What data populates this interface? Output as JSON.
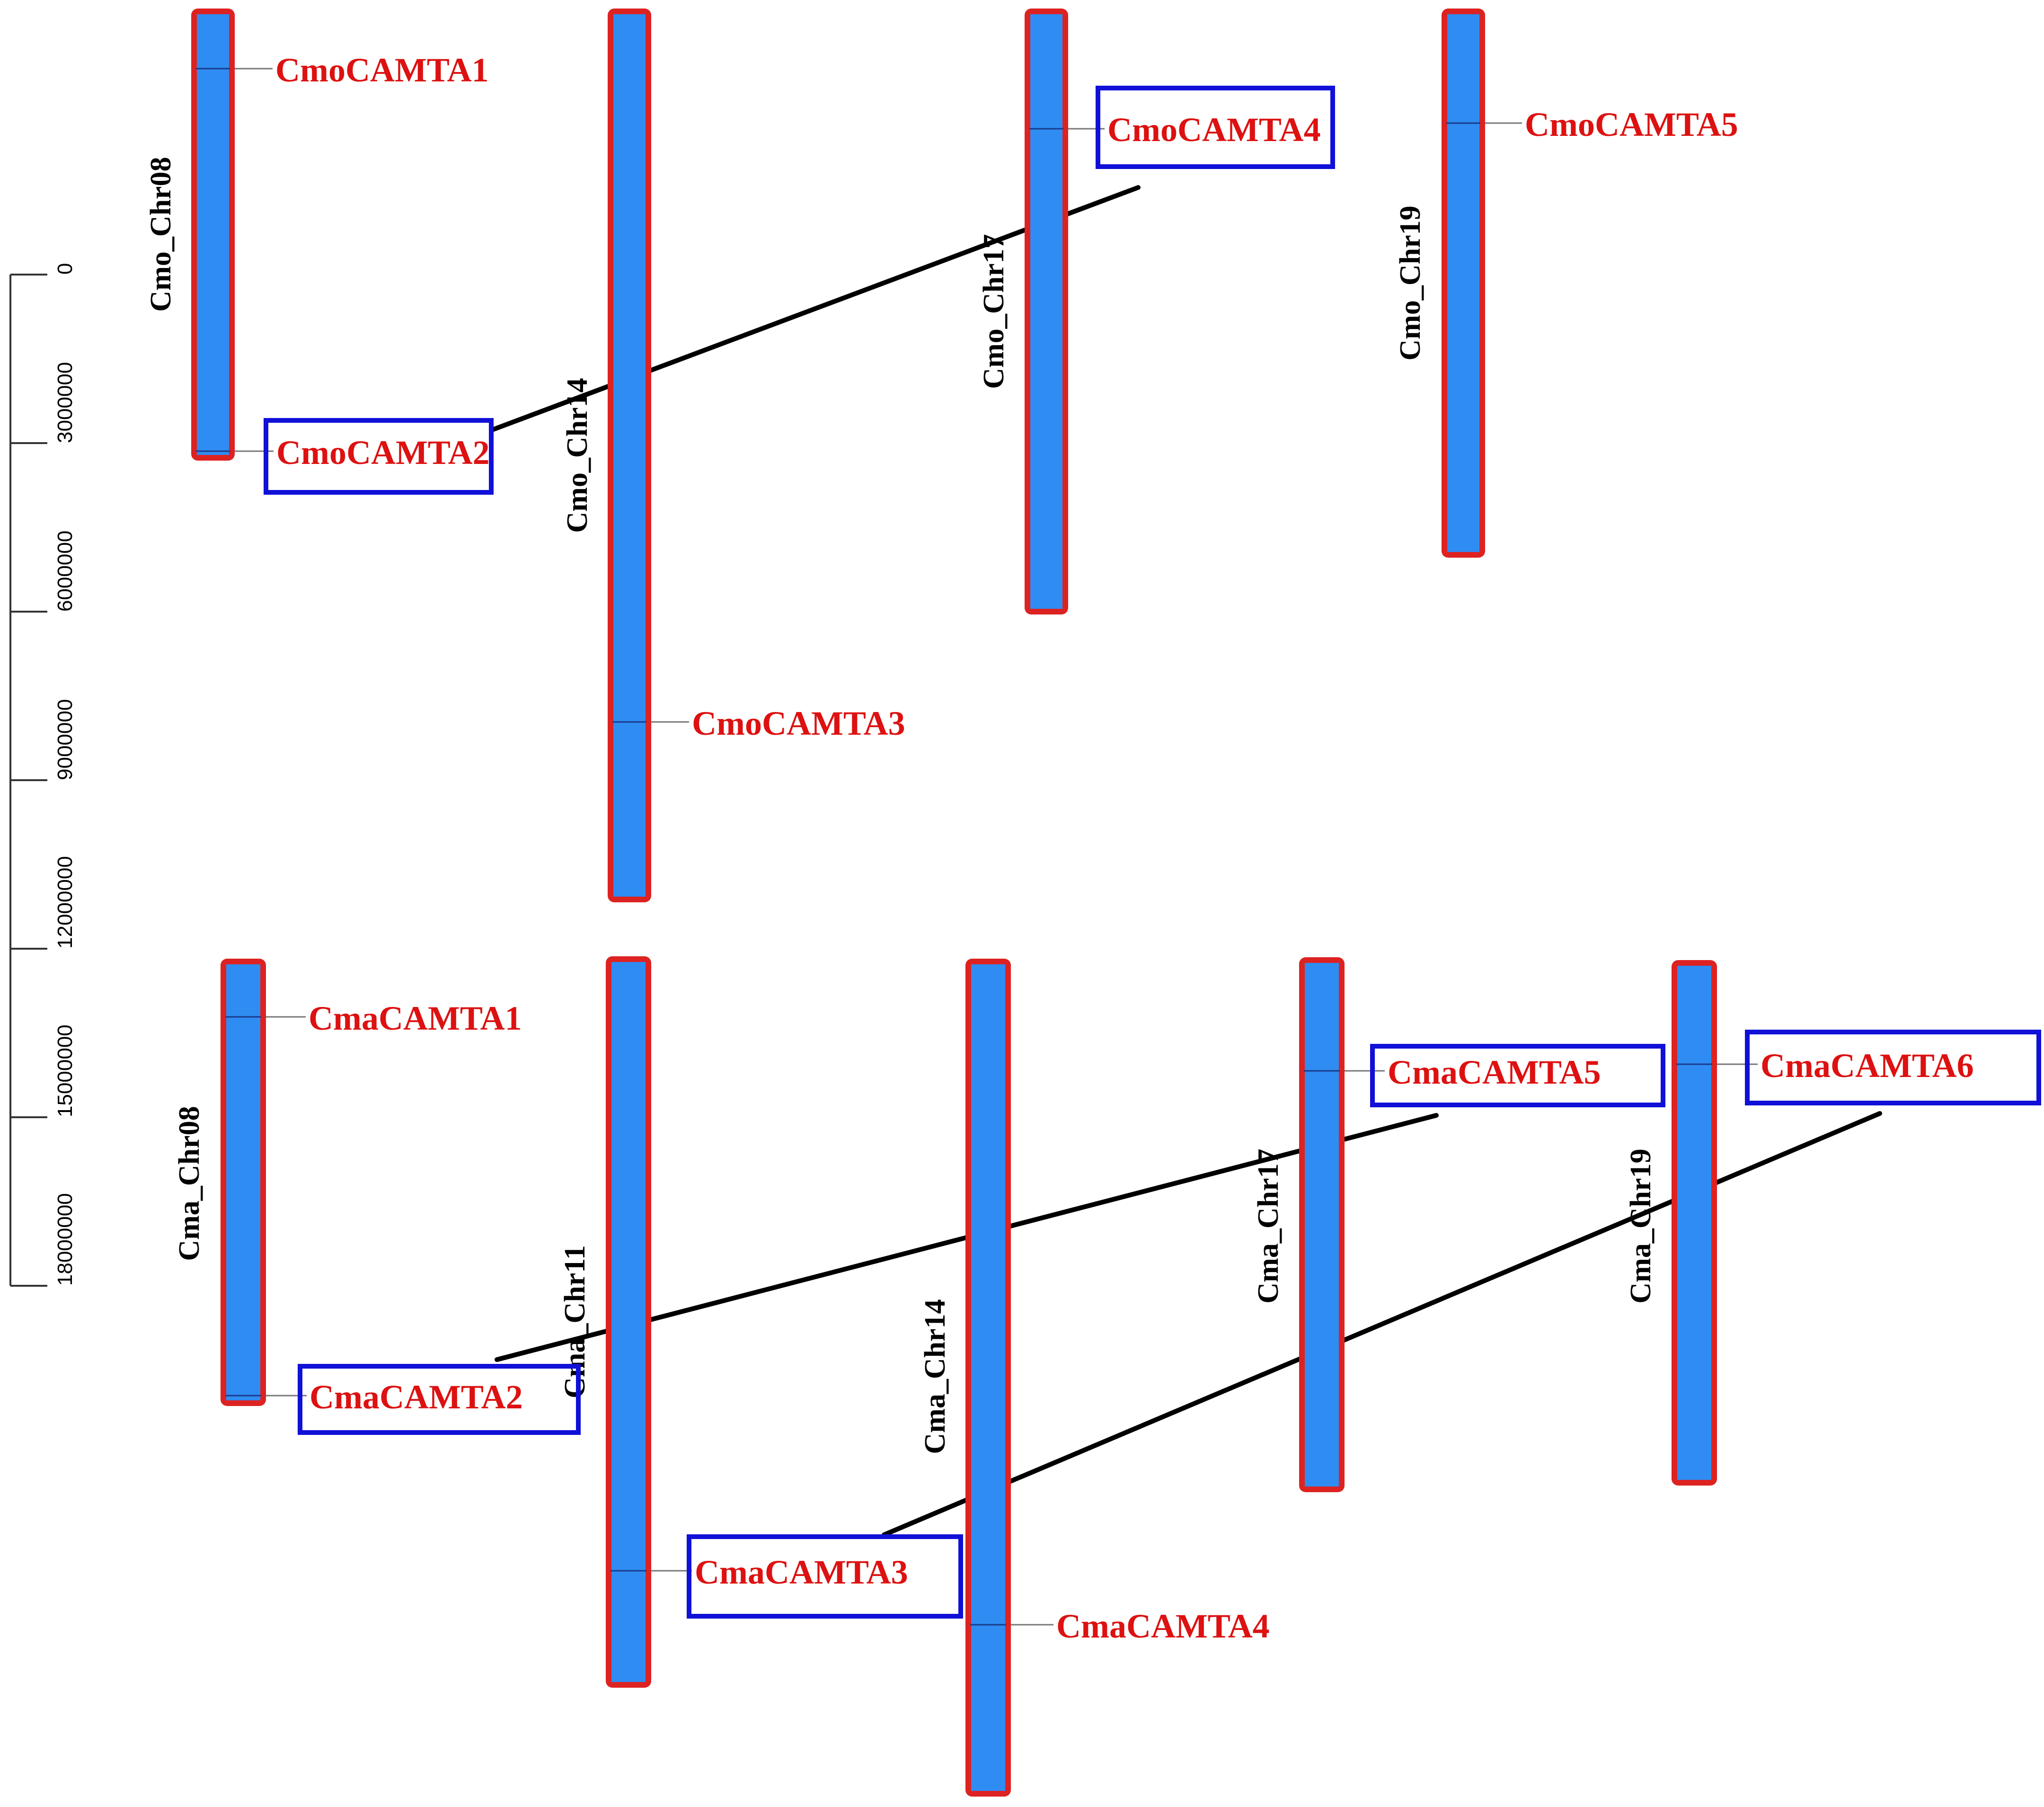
{
  "colors": {
    "chromosome_fill": "#2f8cf2",
    "chromosome_outline": "#dd2222",
    "gene_text": "#dd1111",
    "highlight_box": "#1010d8",
    "connector": "#000000"
  },
  "scale": {
    "ticks": [
      "0",
      "3000000",
      "6000000",
      "9000000",
      "12000000",
      "15000000",
      "18000000"
    ]
  },
  "chromosomes": [
    {
      "id": "Cmo_Chr08",
      "label": "Cmo_Chr08"
    },
    {
      "id": "Cmo_Chr14",
      "label": "Cmo_Chr14"
    },
    {
      "id": "Cmo_Chr17",
      "label": "Cmo_Chr17"
    },
    {
      "id": "Cmo_Chr19",
      "label": "Cmo_Chr19"
    },
    {
      "id": "Cma_Chr08",
      "label": "Cma_Chr08"
    },
    {
      "id": "Cma_Chr11",
      "label": "Cma_Chr11"
    },
    {
      "id": "Cma_Chr14",
      "label": "Cma_Chr14"
    },
    {
      "id": "Cma_Chr17",
      "label": "Cma_Chr17"
    },
    {
      "id": "Cma_Chr19",
      "label": "Cma_Chr19"
    }
  ],
  "genes": [
    {
      "id": "CmoCAMTA1",
      "label": "CmoCAMTA1",
      "chromosome": "Cmo_Chr08",
      "highlighted": false
    },
    {
      "id": "CmoCAMTA2",
      "label": "CmoCAMTA2",
      "chromosome": "Cmo_Chr08",
      "highlighted": true
    },
    {
      "id": "CmoCAMTA3",
      "label": "CmoCAMTA3",
      "chromosome": "Cmo_Chr14",
      "highlighted": false
    },
    {
      "id": "CmoCAMTA4",
      "label": "CmoCAMTA4",
      "chromosome": "Cmo_Chr17",
      "highlighted": true
    },
    {
      "id": "CmoCAMTA5",
      "label": "CmoCAMTA5",
      "chromosome": "Cmo_Chr19",
      "highlighted": false
    },
    {
      "id": "CmaCAMTA1",
      "label": "CmaCAMTA1",
      "chromosome": "Cma_Chr08",
      "highlighted": false
    },
    {
      "id": "CmaCAMTA2",
      "label": "CmaCAMTA2",
      "chromosome": "Cma_Chr08",
      "highlighted": true
    },
    {
      "id": "CmaCAMTA3",
      "label": "CmaCAMTA3",
      "chromosome": "Cma_Chr11",
      "highlighted": true
    },
    {
      "id": "CmaCAMTA4",
      "label": "CmaCAMTA4",
      "chromosome": "Cma_Chr14",
      "highlighted": false
    },
    {
      "id": "CmaCAMTA5",
      "label": "CmaCAMTA5",
      "chromosome": "Cma_Chr17",
      "highlighted": true
    },
    {
      "id": "CmaCAMTA6",
      "label": "CmaCAMTA6",
      "chromosome": "Cma_Chr19",
      "highlighted": true
    }
  ],
  "duplication_links": [
    {
      "from": "CmoCAMTA2",
      "to": "CmoCAMTA4"
    },
    {
      "from": "CmaCAMTA2",
      "to": "CmaCAMTA5"
    },
    {
      "from": "CmaCAMTA3",
      "to": "CmaCAMTA6"
    }
  ]
}
